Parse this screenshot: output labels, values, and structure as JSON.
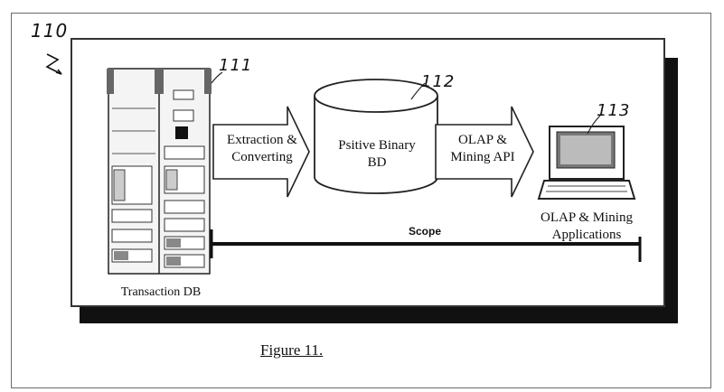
{
  "figure": {
    "ref_number": "110",
    "caption": "Figure 11."
  },
  "components": {
    "transaction_db": {
      "ref": "111",
      "label": "Transaction DB"
    },
    "binary_db": {
      "ref": "112",
      "label_line1": "Psitive Binary",
      "label_line2": "BD"
    },
    "applications": {
      "ref": "113",
      "label_line1": "OLAP & Mining",
      "label_line2": "Applications"
    }
  },
  "arrows": {
    "extract": {
      "label_line1": "Extraction &",
      "label_line2": "Converting"
    },
    "olap": {
      "label_line1": "OLAP &",
      "label_line2": "Mining API"
    }
  },
  "scope": {
    "label": "Scope"
  }
}
